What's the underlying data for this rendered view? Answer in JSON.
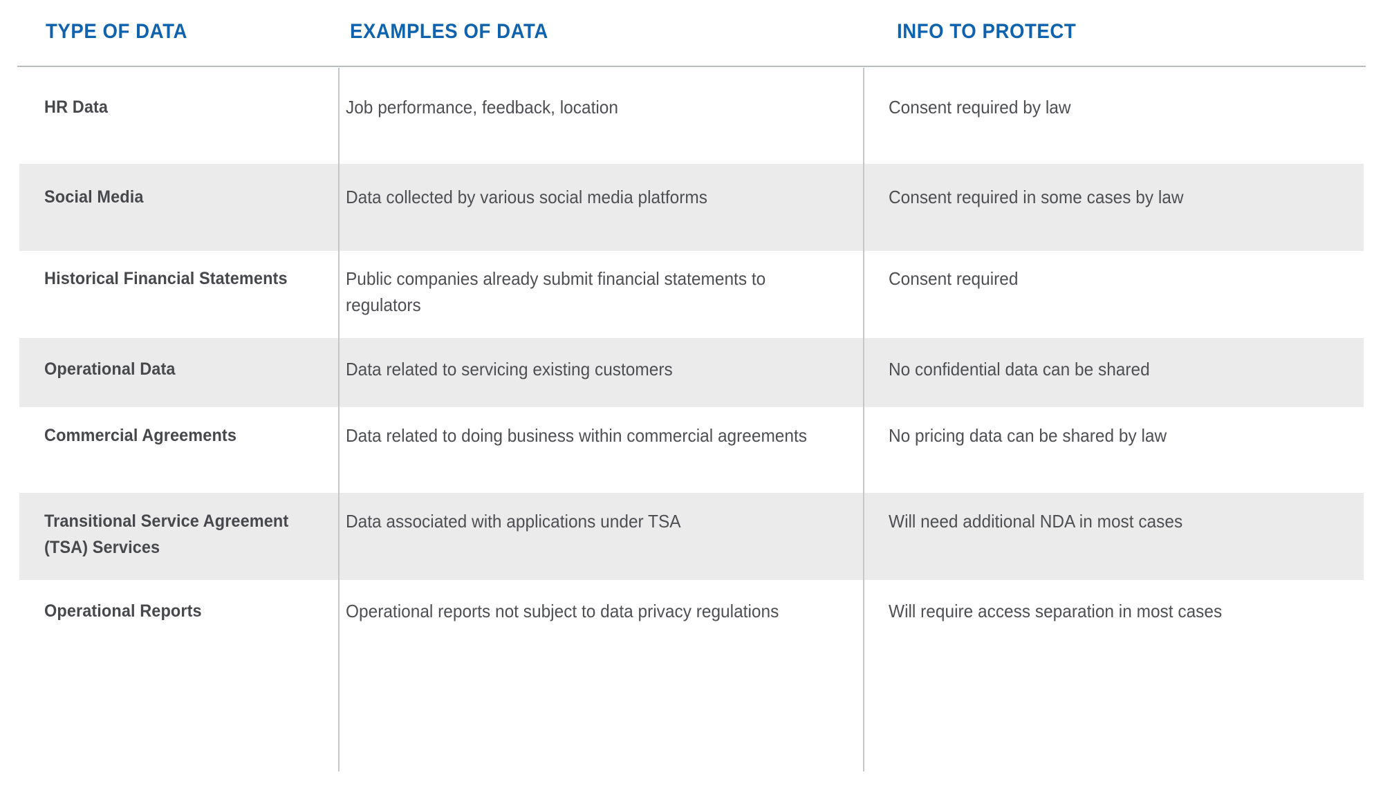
{
  "table": {
    "headers": [
      {
        "label": "TYPE OF DATA"
      },
      {
        "label": "EXAMPLES OF DATA"
      },
      {
        "label": "INFO TO PROTECT"
      }
    ],
    "header_color": "#0f62ad",
    "band_color": "#ebebeb",
    "rule_color": "#b7bcbf",
    "text_color": "#4d4f53",
    "rows": [
      {
        "type_of_data": "HR Data",
        "examples_of_data": "Job performance, feedback, location",
        "info_to_protect": "Consent required by law",
        "shaded": false
      },
      {
        "type_of_data": "Social Media",
        "examples_of_data": "Data collected by various social media platforms",
        "info_to_protect": "Consent required in some cases by law",
        "shaded": true
      },
      {
        "type_of_data": "Historical Financial Statements",
        "examples_of_data": "Public companies already submit financial statements to regulators",
        "info_to_protect": "Consent required",
        "shaded": false
      },
      {
        "type_of_data": "Operational Data",
        "examples_of_data": "Data related to servicing existing customers",
        "info_to_protect": "No confidential data can be shared",
        "shaded": true
      },
      {
        "type_of_data": "Commercial Agreements",
        "examples_of_data": "Data related to doing business within commercial agreements",
        "info_to_protect": "No pricing data can be shared by law",
        "shaded": false
      },
      {
        "type_of_data": "Transitional Service Agreement (TSA) Services",
        "examples_of_data": "Data associated with applications under TSA",
        "info_to_protect": "Will need additional NDA in most cases",
        "shaded": true
      },
      {
        "type_of_data": "Operational Reports",
        "examples_of_data": "Operational reports not subject to data privacy regulations",
        "info_to_protect": "Will require access separation in most cases",
        "shaded": false
      }
    ]
  }
}
